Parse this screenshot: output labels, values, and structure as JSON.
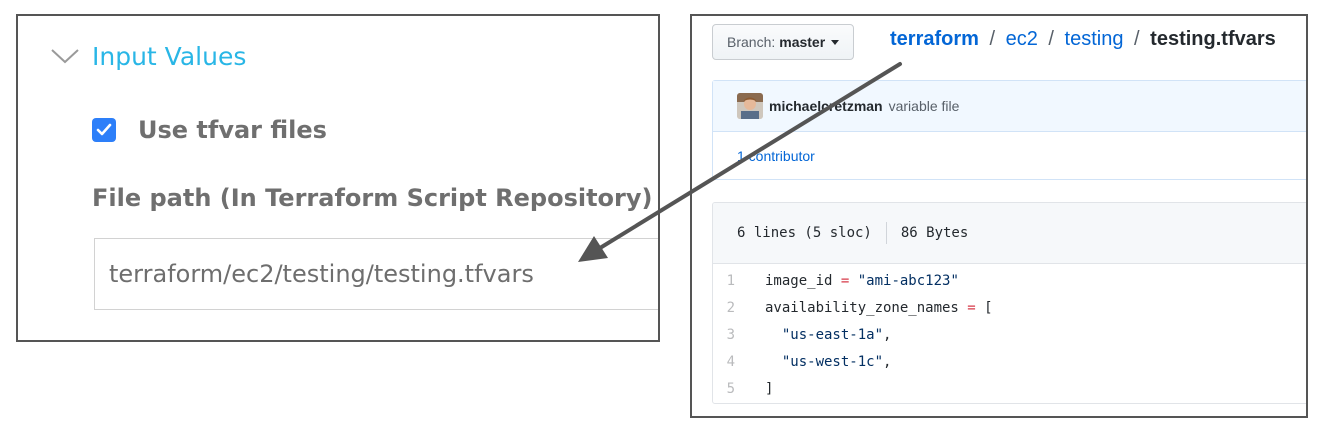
{
  "colors": {
    "accent_blue": "#29b6e6",
    "checkbox_blue": "#2d7ff9",
    "github_link": "#0366d6",
    "arrow": "#555555"
  },
  "input_values": {
    "section_title": "Input Values",
    "expanded_icon": "chevron-down-icon",
    "use_tfvar": {
      "label": "Use tfvar files",
      "checked": true
    },
    "file_path": {
      "label": "File path (In Terraform Script Repository)",
      "value": "terraform/ec2/testing/testing.tfvars"
    }
  },
  "repo": {
    "branch": {
      "prefix": "Branch:",
      "name": "master"
    },
    "breadcrumb": {
      "root": "terraform",
      "folder1": "ec2",
      "folder2": "testing",
      "file": "testing.tfvars",
      "separator": "/"
    },
    "commit": {
      "author": "michaelcretzman",
      "message": "variable file",
      "contributors": "1 contributor"
    },
    "file": {
      "lines_info": "6 lines (5 sloc)",
      "size": "86 Bytes",
      "code": [
        {
          "num": "1",
          "k": "image_id",
          "op": " = ",
          "v": "\"ami-abc123\"",
          "rest": ""
        },
        {
          "num": "2",
          "k": "availability_zone_names",
          "op": " = ",
          "v": "",
          "rest": "["
        },
        {
          "num": "3",
          "k": "  ",
          "op": "",
          "v": "\"us-east-1a\"",
          "rest": ","
        },
        {
          "num": "4",
          "k": "  ",
          "op": "",
          "v": "\"us-west-1c\"",
          "rest": ","
        },
        {
          "num": "5",
          "k": "",
          "op": "",
          "v": "",
          "rest": "]"
        }
      ]
    }
  }
}
